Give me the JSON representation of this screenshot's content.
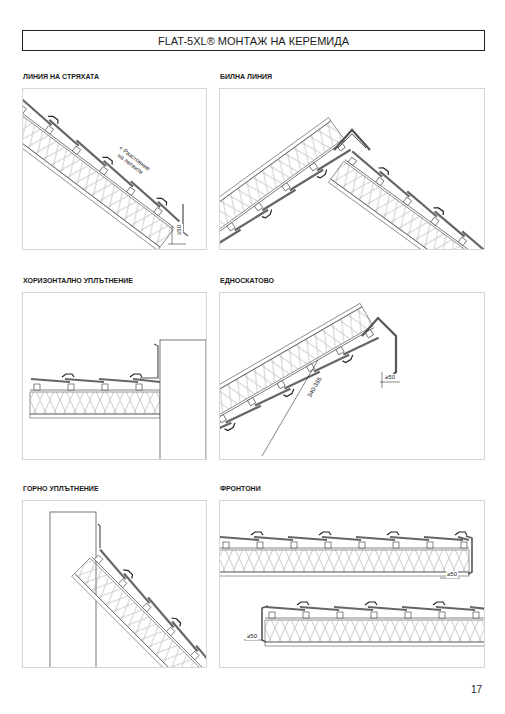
{
  "diagram": {
    "title": "FLAT-5XL® МОНТАЖ НА КЕРЕМИДА",
    "nodes": [
      {
        "text": [
          "ЛИНИЯ НА СТРЯХАТА"
        ]
      },
      {
        "text": [
          "БИЛНА ЛИНИЯ"
        ]
      },
      {
        "text": [
          "ХОРИЗОНТАЛНО УПЛЪТНЕНИЕ"
        ]
      },
      {
        "text": [
          "ЕДНОСКАТОВО"
        ]
      },
      {
        "text": [
          "ГОРНО УПЛЪТНЕНИЕ"
        ]
      },
      {
        "text": [
          "ФРОНТОНИ"
        ]
      }
    ],
    "labels": [
      "< Разстояние на летвите",
      "≥50",
      "340-365",
      "≥50",
      "≥50",
      "≥50",
      "17"
    ]
  }
}
